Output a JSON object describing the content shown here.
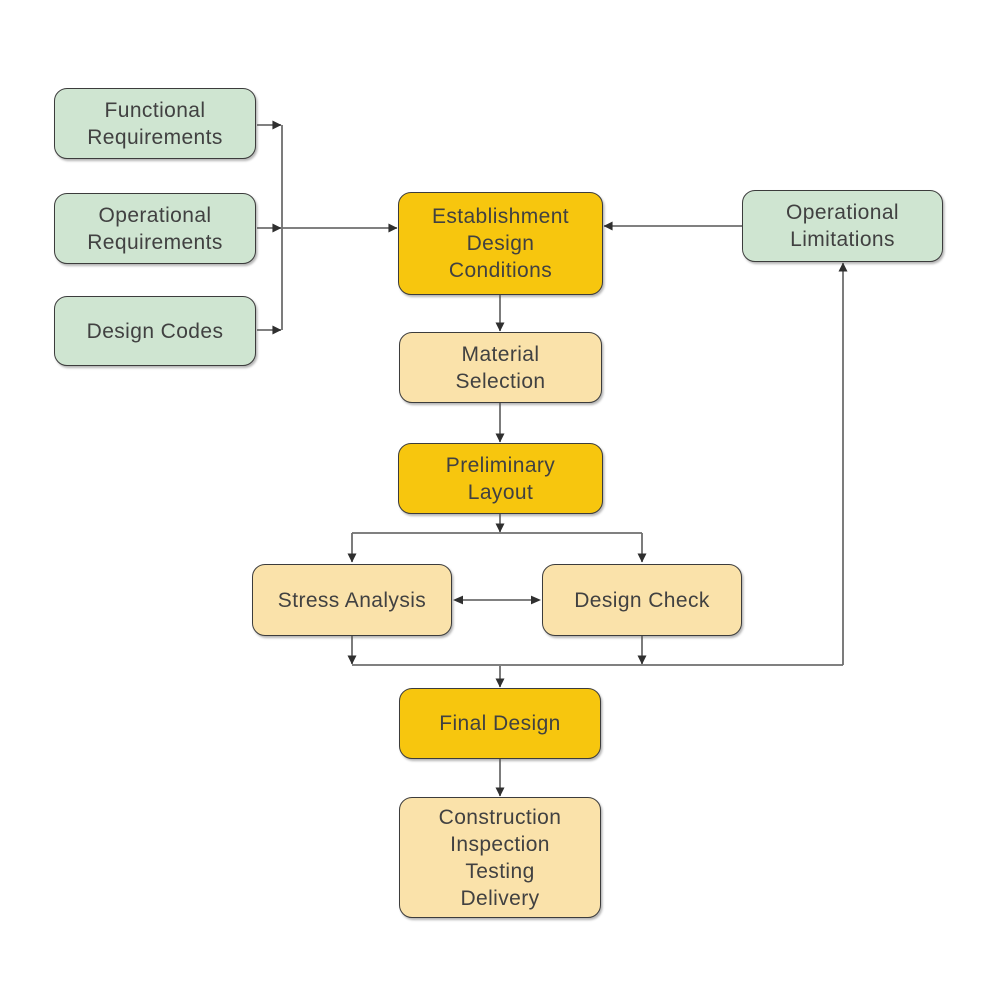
{
  "diagram": {
    "title": "design-process-flowchart",
    "colors": {
      "green": "#cfe5d1",
      "gold": "#f7c60e",
      "cream": "#fae2aa",
      "border": "#3c3c3c",
      "text": "#414141",
      "line": "#6e6e6e",
      "arrow": "#2f2f2f",
      "background": "#ffffff"
    },
    "nodes": {
      "functional_requirements": {
        "label": "Functional\nRequirements",
        "fill": "green"
      },
      "operational_requirements": {
        "label": "Operational\nRequirements",
        "fill": "green"
      },
      "design_codes": {
        "label": "Design Codes",
        "fill": "green"
      },
      "establishment_design_conditions": {
        "label": "Establishment\nDesign\nConditions",
        "fill": "gold"
      },
      "material_selection": {
        "label": "Material\nSelection",
        "fill": "cream"
      },
      "preliminary_layout": {
        "label": "Preliminary\nLayout",
        "fill": "gold"
      },
      "stress_analysis": {
        "label": "Stress Analysis",
        "fill": "cream"
      },
      "design_check": {
        "label": "Design Check",
        "fill": "cream"
      },
      "final_design": {
        "label": "Final Design",
        "fill": "gold"
      },
      "construction_phase": {
        "label": "Construction\nInspection\nTesting\nDelivery",
        "fill": "cream"
      },
      "operational_limitations": {
        "label": "Operational\nLimitations",
        "fill": "green"
      }
    },
    "edges": [
      {
        "from": "functional_requirements",
        "to": "establishment_design_conditions"
      },
      {
        "from": "operational_requirements",
        "to": "establishment_design_conditions"
      },
      {
        "from": "design_codes",
        "to": "establishment_design_conditions"
      },
      {
        "from": "operational_limitations",
        "to": "establishment_design_conditions"
      },
      {
        "from": "establishment_design_conditions",
        "to": "material_selection"
      },
      {
        "from": "material_selection",
        "to": "preliminary_layout"
      },
      {
        "from": "preliminary_layout",
        "to": "stress_analysis"
      },
      {
        "from": "preliminary_layout",
        "to": "design_check"
      },
      {
        "from": "stress_analysis",
        "to": "design_check",
        "bidirectional": true
      },
      {
        "from": "stress_analysis",
        "to": "final_design"
      },
      {
        "from": "design_check",
        "to": "final_design"
      },
      {
        "from": "stress_analysis_design_check",
        "to": "operational_limitations"
      },
      {
        "from": "final_design",
        "to": "construction_phase"
      }
    ]
  }
}
